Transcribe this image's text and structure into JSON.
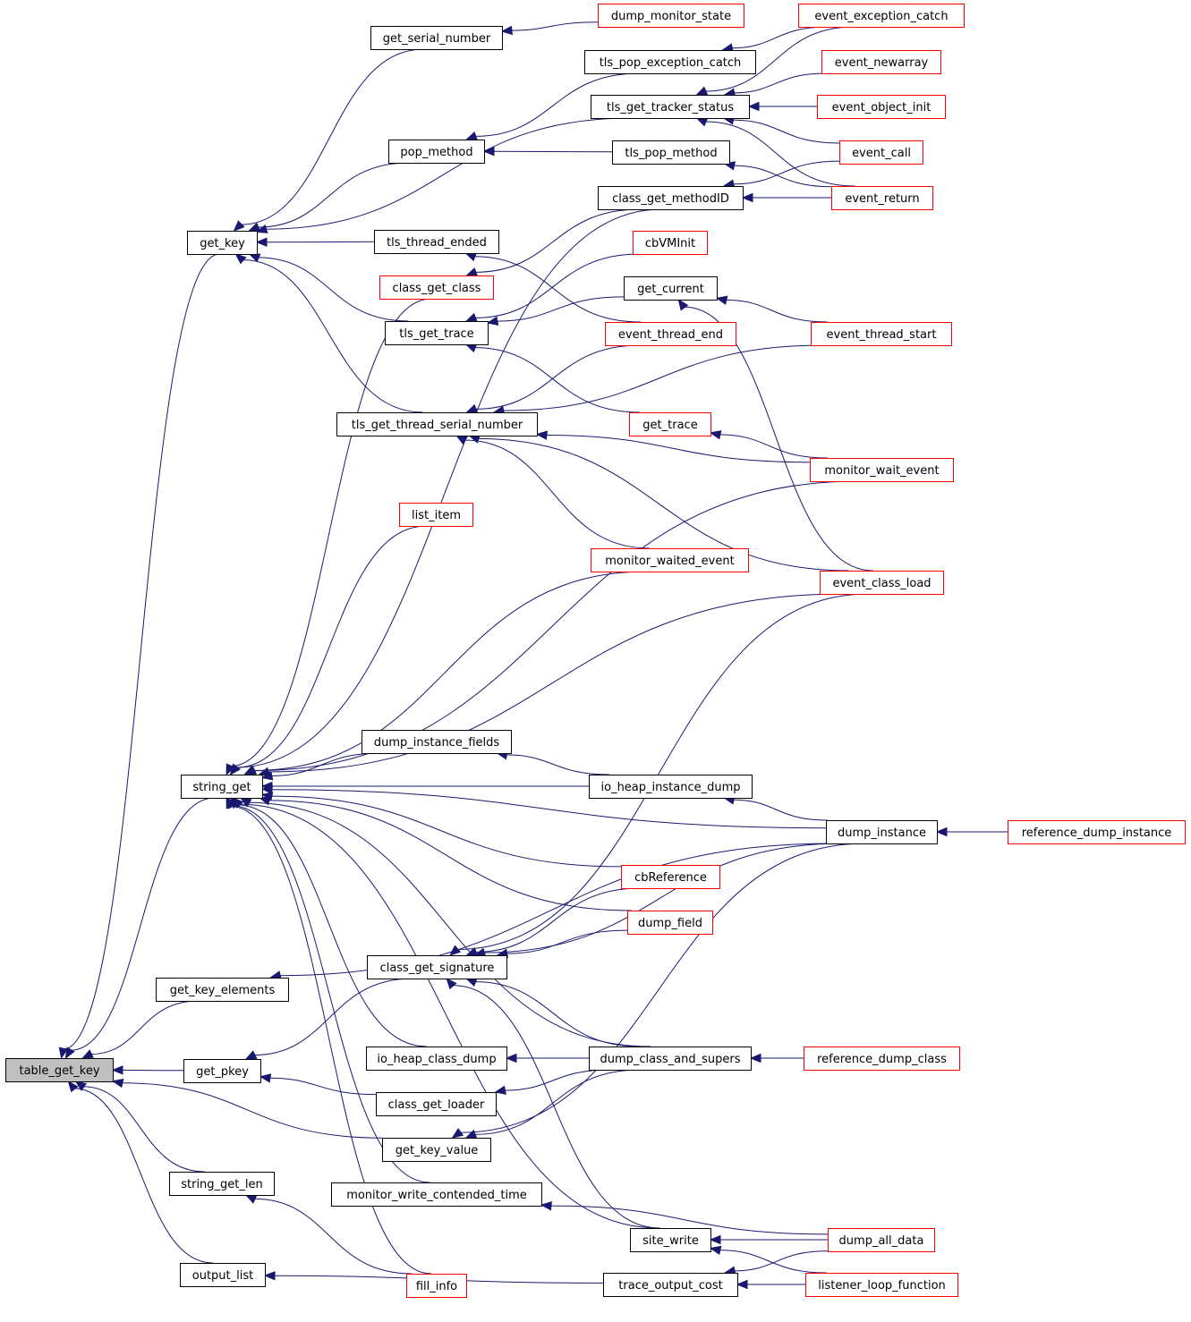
{
  "graph": {
    "title": "table_get_key caller graph",
    "colors": {
      "edge": "#191970",
      "focus_fill": "#bfbfbf",
      "node_border": "#000000",
      "truncated_border": "#ff0000",
      "node_fill": "#ffffff"
    },
    "nodes": [
      {
        "id": "table_get_key",
        "label": "table_get_key",
        "kind": "focus"
      },
      {
        "id": "get_key",
        "label": "get_key",
        "kind": "normal"
      },
      {
        "id": "string_get",
        "label": "string_get",
        "kind": "normal"
      },
      {
        "id": "get_key_elements",
        "label": "get_key_elements",
        "kind": "normal"
      },
      {
        "id": "get_pkey",
        "label": "get_pkey",
        "kind": "normal"
      },
      {
        "id": "string_get_len",
        "label": "string_get_len",
        "kind": "normal"
      },
      {
        "id": "output_list",
        "label": "output_list",
        "kind": "normal"
      },
      {
        "id": "get_serial_number",
        "label": "get_serial_number",
        "kind": "normal"
      },
      {
        "id": "pop_method",
        "label": "pop_method",
        "kind": "normal"
      },
      {
        "id": "tls_thread_ended",
        "label": "tls_thread_ended",
        "kind": "normal"
      },
      {
        "id": "class_get_class",
        "label": "class_get_class",
        "kind": "truncated"
      },
      {
        "id": "tls_get_trace",
        "label": "tls_get_trace",
        "kind": "normal"
      },
      {
        "id": "tls_get_thread_serial_number",
        "label": "tls_get_thread_serial_number",
        "kind": "normal"
      },
      {
        "id": "list_item",
        "label": "list_item",
        "kind": "truncated"
      },
      {
        "id": "dump_instance_fields",
        "label": "dump_instance_fields",
        "kind": "normal"
      },
      {
        "id": "class_get_signature",
        "label": "class_get_signature",
        "kind": "normal"
      },
      {
        "id": "io_heap_class_dump",
        "label": "io_heap_class_dump",
        "kind": "normal"
      },
      {
        "id": "class_get_loader",
        "label": "class_get_loader",
        "kind": "normal"
      },
      {
        "id": "get_key_value",
        "label": "get_key_value",
        "kind": "normal"
      },
      {
        "id": "monitor_write_contended_time",
        "label": "monitor_write_contended_time",
        "kind": "normal"
      },
      {
        "id": "fill_info",
        "label": "fill_info",
        "kind": "truncated"
      },
      {
        "id": "dump_monitor_state",
        "label": "dump_monitor_state",
        "kind": "truncated"
      },
      {
        "id": "tls_pop_exception_catch",
        "label": "tls_pop_exception_catch",
        "kind": "normal"
      },
      {
        "id": "tls_get_tracker_status",
        "label": "tls_get_tracker_status",
        "kind": "normal"
      },
      {
        "id": "tls_pop_method",
        "label": "tls_pop_method",
        "kind": "normal"
      },
      {
        "id": "class_get_methodID",
        "label": "class_get_methodID",
        "kind": "normal"
      },
      {
        "id": "cbVMInit",
        "label": "cbVMInit",
        "kind": "truncated"
      },
      {
        "id": "get_current",
        "label": "get_current",
        "kind": "normal"
      },
      {
        "id": "event_thread_end",
        "label": "event_thread_end",
        "kind": "truncated"
      },
      {
        "id": "get_trace",
        "label": "get_trace",
        "kind": "truncated"
      },
      {
        "id": "monitor_waited_event",
        "label": "monitor_waited_event",
        "kind": "truncated"
      },
      {
        "id": "io_heap_instance_dump",
        "label": "io_heap_instance_dump",
        "kind": "normal"
      },
      {
        "id": "cbReference",
        "label": "cbReference",
        "kind": "truncated"
      },
      {
        "id": "dump_field",
        "label": "dump_field",
        "kind": "truncated"
      },
      {
        "id": "dump_class_and_supers",
        "label": "dump_class_and_supers",
        "kind": "normal"
      },
      {
        "id": "site_write",
        "label": "site_write",
        "kind": "normal"
      },
      {
        "id": "trace_output_cost",
        "label": "trace_output_cost",
        "kind": "normal"
      },
      {
        "id": "event_exception_catch",
        "label": "event_exception_catch",
        "kind": "truncated"
      },
      {
        "id": "event_newarray",
        "label": "event_newarray",
        "kind": "truncated"
      },
      {
        "id": "event_object_init",
        "label": "event_object_init",
        "kind": "truncated"
      },
      {
        "id": "event_call",
        "label": "event_call",
        "kind": "truncated"
      },
      {
        "id": "event_return",
        "label": "event_return",
        "kind": "truncated"
      },
      {
        "id": "event_thread_start",
        "label": "event_thread_start",
        "kind": "truncated"
      },
      {
        "id": "monitor_wait_event",
        "label": "monitor_wait_event",
        "kind": "truncated"
      },
      {
        "id": "event_class_load",
        "label": "event_class_load",
        "kind": "truncated"
      },
      {
        "id": "dump_instance",
        "label": "dump_instance",
        "kind": "normal"
      },
      {
        "id": "reference_dump_class",
        "label": "reference_dump_class",
        "kind": "truncated"
      },
      {
        "id": "dump_all_data",
        "label": "dump_all_data",
        "kind": "truncated"
      },
      {
        "id": "listener_loop_function",
        "label": "listener_loop_function",
        "kind": "truncated"
      },
      {
        "id": "reference_dump_instance",
        "label": "reference_dump_instance",
        "kind": "truncated"
      }
    ],
    "edges": [
      {
        "from": "get_key",
        "to": "table_get_key"
      },
      {
        "from": "string_get",
        "to": "table_get_key"
      },
      {
        "from": "get_key_elements",
        "to": "table_get_key"
      },
      {
        "from": "get_pkey",
        "to": "table_get_key"
      },
      {
        "from": "get_key_value",
        "to": "table_get_key"
      },
      {
        "from": "string_get_len",
        "to": "table_get_key"
      },
      {
        "from": "output_list",
        "to": "table_get_key"
      },
      {
        "from": "get_serial_number",
        "to": "get_key"
      },
      {
        "from": "tls_get_tracker_status",
        "to": "get_key"
      },
      {
        "from": "pop_method",
        "to": "get_key"
      },
      {
        "from": "tls_thread_ended",
        "to": "get_key"
      },
      {
        "from": "tls_get_trace",
        "to": "get_key"
      },
      {
        "from": "tls_get_thread_serial_number",
        "to": "get_key"
      },
      {
        "from": "dump_monitor_state",
        "to": "get_serial_number"
      },
      {
        "from": "tls_pop_exception_catch",
        "to": "pop_method"
      },
      {
        "from": "tls_pop_method",
        "to": "pop_method"
      },
      {
        "from": "event_exception_catch",
        "to": "tls_pop_exception_catch"
      },
      {
        "from": "event_exception_catch",
        "to": "tls_get_tracker_status"
      },
      {
        "from": "event_newarray",
        "to": "tls_get_tracker_status"
      },
      {
        "from": "event_object_init",
        "to": "tls_get_tracker_status"
      },
      {
        "from": "event_call",
        "to": "tls_get_tracker_status"
      },
      {
        "from": "event_return",
        "to": "tls_get_tracker_status"
      },
      {
        "from": "event_return",
        "to": "tls_pop_method"
      },
      {
        "from": "event_call",
        "to": "class_get_methodID"
      },
      {
        "from": "event_return",
        "to": "class_get_methodID"
      },
      {
        "from": "class_get_methodID",
        "to": "string_get"
      },
      {
        "from": "class_get_methodID",
        "to": "class_get_class"
      },
      {
        "from": "event_thread_end",
        "to": "tls_thread_ended"
      },
      {
        "from": "cbVMInit",
        "to": "tls_get_trace"
      },
      {
        "from": "get_current",
        "to": "tls_get_trace"
      },
      {
        "from": "event_thread_start",
        "to": "get_current"
      },
      {
        "from": "event_class_load",
        "to": "get_current"
      },
      {
        "from": "get_trace",
        "to": "tls_get_trace"
      },
      {
        "from": "event_thread_end",
        "to": "tls_get_thread_serial_number"
      },
      {
        "from": "event_thread_start",
        "to": "tls_get_thread_serial_number"
      },
      {
        "from": "monitor_wait_event",
        "to": "tls_get_thread_serial_number"
      },
      {
        "from": "monitor_waited_event",
        "to": "tls_get_thread_serial_number"
      },
      {
        "from": "event_class_load",
        "to": "tls_get_thread_serial_number"
      },
      {
        "from": "monitor_wait_event",
        "to": "get_trace"
      },
      {
        "from": "class_get_class",
        "to": "string_get"
      },
      {
        "from": "list_item",
        "to": "string_get"
      },
      {
        "from": "monitor_waited_event",
        "to": "string_get"
      },
      {
        "from": "monitor_wait_event",
        "to": "string_get"
      },
      {
        "from": "event_class_load",
        "to": "string_get"
      },
      {
        "from": "dump_instance",
        "to": "string_get"
      },
      {
        "from": "dump_instance_fields",
        "to": "string_get"
      },
      {
        "from": "io_heap_instance_dump",
        "to": "string_get"
      },
      {
        "from": "cbReference",
        "to": "string_get"
      },
      {
        "from": "dump_field",
        "to": "string_get"
      },
      {
        "from": "dump_class_and_supers",
        "to": "string_get"
      },
      {
        "from": "io_heap_class_dump",
        "to": "string_get"
      },
      {
        "from": "monitor_write_contended_time",
        "to": "string_get"
      },
      {
        "from": "site_write",
        "to": "string_get"
      },
      {
        "from": "fill_info",
        "to": "string_get"
      },
      {
        "from": "io_heap_instance_dump",
        "to": "dump_instance_fields"
      },
      {
        "from": "dump_instance",
        "to": "io_heap_instance_dump"
      },
      {
        "from": "reference_dump_instance",
        "to": "dump_instance"
      },
      {
        "from": "dump_instance",
        "to": "get_key_elements"
      },
      {
        "from": "class_get_signature",
        "to": "get_pkey"
      },
      {
        "from": "class_get_loader",
        "to": "get_pkey"
      },
      {
        "from": "cbReference",
        "to": "class_get_signature"
      },
      {
        "from": "dump_field",
        "to": "class_get_signature"
      },
      {
        "from": "event_class_load",
        "to": "class_get_signature"
      },
      {
        "from": "dump_instance",
        "to": "class_get_signature"
      },
      {
        "from": "dump_class_and_supers",
        "to": "class_get_signature"
      },
      {
        "from": "site_write",
        "to": "class_get_signature"
      },
      {
        "from": "dump_class_and_supers",
        "to": "io_heap_class_dump"
      },
      {
        "from": "dump_class_and_supers",
        "to": "class_get_loader"
      },
      {
        "from": "dump_class_and_supers",
        "to": "get_key_value"
      },
      {
        "from": "dump_instance",
        "to": "get_key_value"
      },
      {
        "from": "reference_dump_class",
        "to": "dump_class_and_supers"
      },
      {
        "from": "dump_all_data",
        "to": "monitor_write_contended_time"
      },
      {
        "from": "dump_all_data",
        "to": "site_write"
      },
      {
        "from": "listener_loop_function",
        "to": "site_write"
      },
      {
        "from": "dump_all_data",
        "to": "trace_output_cost"
      },
      {
        "from": "listener_loop_function",
        "to": "trace_output_cost"
      },
      {
        "from": "fill_info",
        "to": "string_get_len"
      },
      {
        "from": "trace_output_cost",
        "to": "output_list"
      }
    ]
  }
}
